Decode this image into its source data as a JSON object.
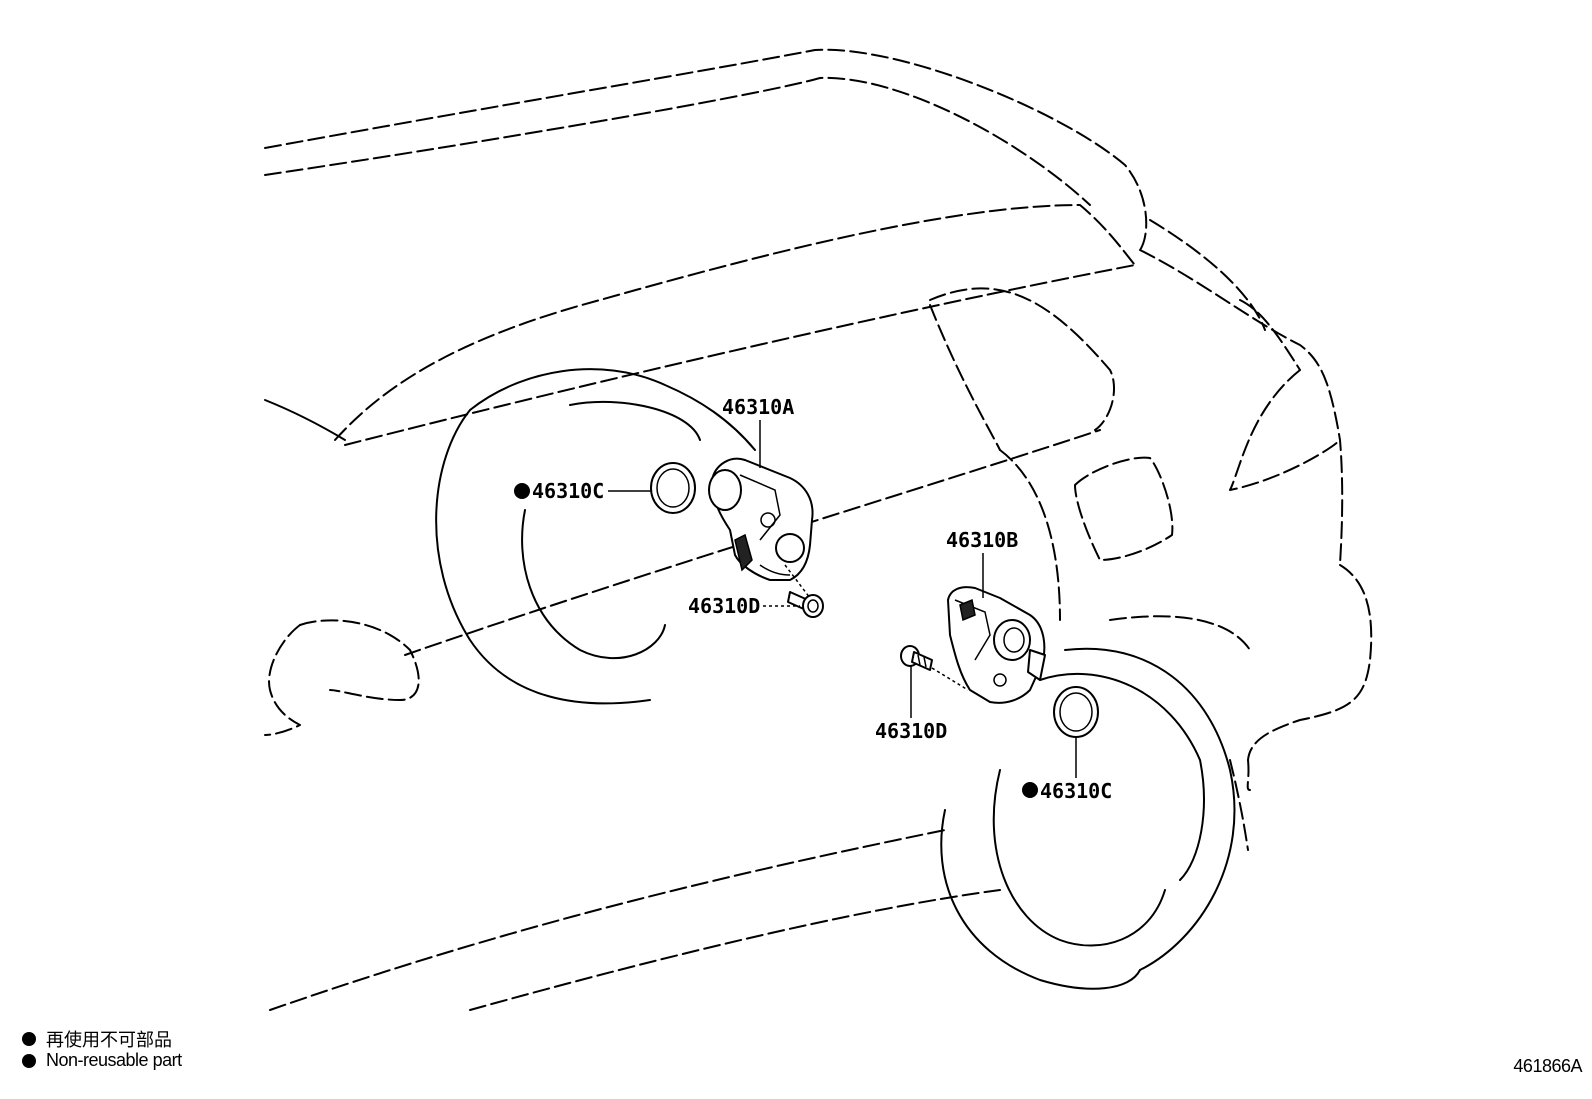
{
  "callouts": {
    "a": "46310A",
    "b": "46310B",
    "c_left": "46310C",
    "c_right": "46310C",
    "d_upper": "46310D",
    "d_lower": "46310D"
  },
  "legend": {
    "jp": "再使用不可部品",
    "en": "Non-reusable part"
  },
  "illustration_code": "461866A"
}
